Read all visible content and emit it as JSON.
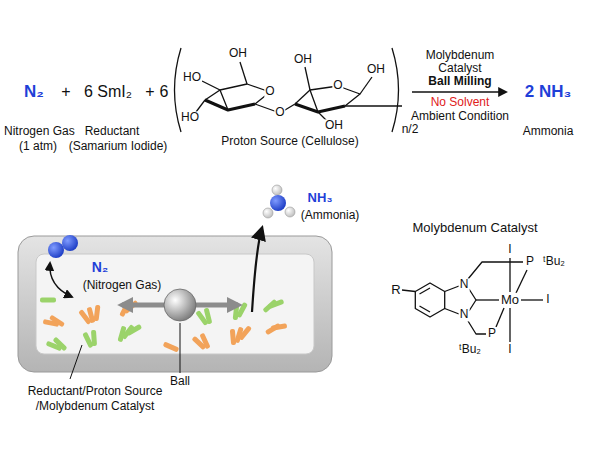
{
  "diagram": {
    "nodes": [
      {
        "text": [
          "N₂",
          "(Nitrogen Gas)"
        ]
      }
    ],
    "labels": [
      "N₂",
      "+",
      "6 SmI₂",
      "+",
      "6",
      "OH",
      "HO",
      "HO",
      "O",
      "O",
      "O",
      "OH",
      "OH",
      "OH",
      "n/2",
      "Molybdenum",
      "Catalyst",
      "Ball Milling",
      "No Solvent",
      "Ambient Condition",
      "2 NH₃",
      "Nitrogen Gas",
      "(1 atm)",
      "Reductant",
      "(Samarium Iodide)",
      "Proton Source (Cellulose)",
      "Ammonia",
      "Ball",
      "Reductant/Proton Source",
      "/Molybdenum Catalyst",
      "NH₃",
      "(Ammonia)",
      "Molybdenum Catalyst",
      "R",
      "N",
      "N",
      "I",
      "P",
      "ᵗBu₂",
      "Mo",
      "I",
      "I",
      "P",
      "ᵗBu₂"
    ]
  }
}
